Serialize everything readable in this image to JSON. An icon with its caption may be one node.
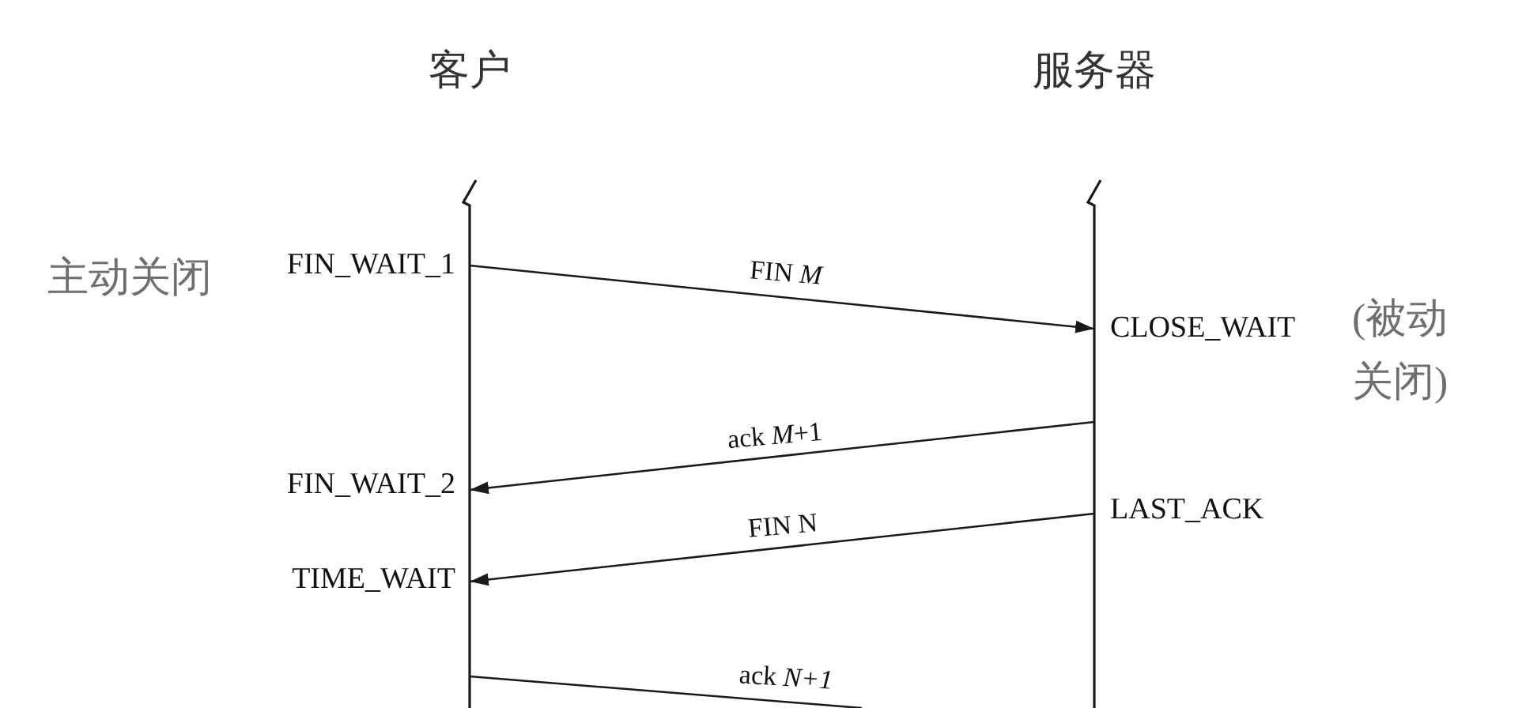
{
  "diagram": {
    "nodes": [
      {
        "text": [
          "客户"
        ]
      },
      {
        "text": [
          "服务器"
        ]
      }
    ],
    "edges": [
      {
        "from": 0,
        "to": 1,
        "arrow": "to",
        "label": "FIN *M*"
      },
      {
        "from": 1,
        "to": 0,
        "arrow": "to",
        "label": "ack *M*+1"
      },
      {
        "from": 1,
        "to": 0,
        "arrow": "to",
        "label": "FIN N"
      },
      {
        "from": 0,
        "to": null,
        "arrow": "none",
        "label": "ack *N+1*"
      }
    ],
    "labels": [
      "主动关闭",
      "FIN_WAIT_1",
      "CLOSE_WAIT",
      "(被动关闭)",
      "FIN_WAIT_2",
      "LAST_ACK",
      "TIME_WAIT"
    ]
  }
}
